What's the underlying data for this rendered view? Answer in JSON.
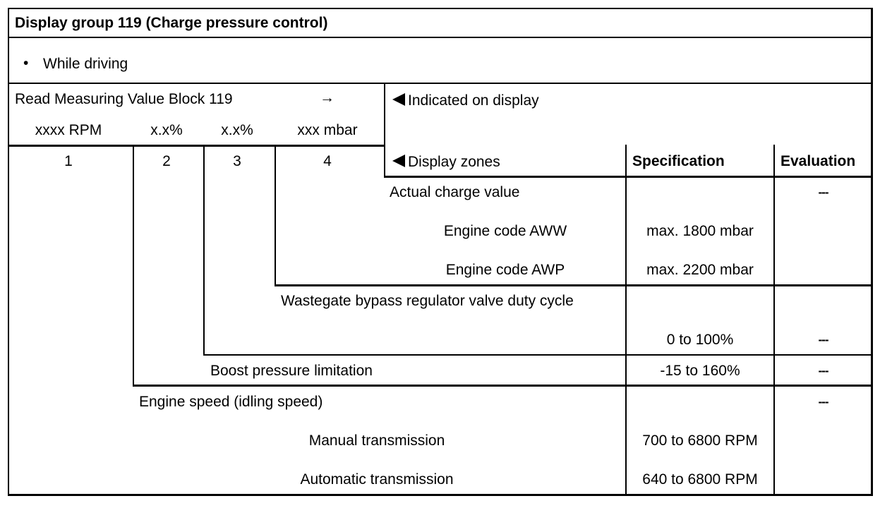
{
  "header": {
    "title": "Display group 119 (Charge pressure control)"
  },
  "condition": {
    "bullet": "•",
    "text": "While driving"
  },
  "read_block": {
    "label": "Read Measuring Value Block 119",
    "arrow": "→",
    "fields": [
      "xxxx RPM",
      "x.x%",
      "x.x%",
      "xxx mbar"
    ],
    "field_numbers": [
      "1",
      "2",
      "3",
      "4"
    ]
  },
  "indicated": {
    "icon": "triangle-left-icon",
    "label": "Indicated on display"
  },
  "columns": {
    "zones_icon": "triangle-left-icon",
    "zones": "Display zones",
    "specification": "Specification",
    "evaluation": "Evaluation"
  },
  "rows": {
    "actual_charge": {
      "label": "Actual charge value",
      "evaluation": "---",
      "sub": [
        {
          "label": "Engine code AWW",
          "spec": "max. 1800 mbar"
        },
        {
          "label": "Engine code AWP",
          "spec": "max. 2200 mbar"
        }
      ]
    },
    "wastegate": {
      "label": "Wastegate bypass regulator valve duty cycle",
      "spec": "0 to 100%",
      "evaluation": "---"
    },
    "boost": {
      "label": "Boost pressure limitation",
      "spec": "-15 to 160%",
      "evaluation": "---"
    },
    "engine_speed": {
      "label": "Engine speed (idling speed)",
      "evaluation": "---",
      "sub": [
        {
          "label": "Manual transmission",
          "spec": "700 to 6800 RPM"
        },
        {
          "label": "Automatic transmission",
          "spec": "640 to 6800 RPM"
        }
      ]
    }
  }
}
